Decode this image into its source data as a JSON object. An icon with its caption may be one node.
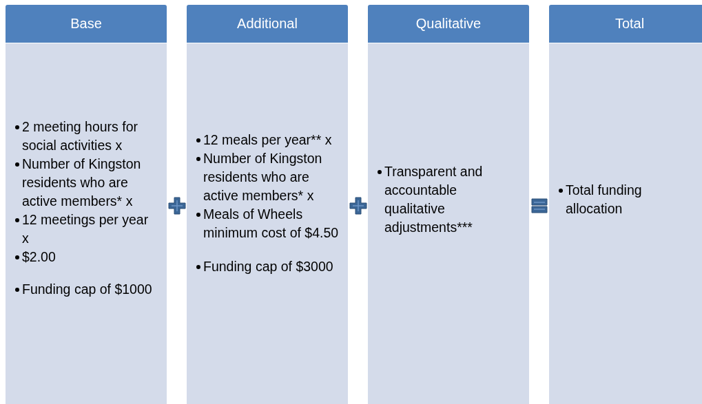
{
  "diagram": {
    "nodes": [
      {
        "text": [
          "Base"
        ]
      },
      {
        "text": [
          "2 meeting hours for social activities x",
          "Number of Kingston residents who are active members* x",
          "12 meetings per year x",
          "$2.00",
          "Funding cap of $1000"
        ]
      },
      {
        "text": [
          "Additional"
        ]
      },
      {
        "text": [
          "12 meals per year** x",
          "Number of Kingston residents who are active members* x",
          "Meals of Wheels minimum cost of $4.50",
          "Funding cap of $3000"
        ]
      },
      {
        "text": [
          "Qualitative"
        ]
      },
      {
        "text": [
          "Transparent and accountable qualitative adjustments***"
        ]
      },
      {
        "text": [
          "Total"
        ]
      },
      {
        "text": [
          "Total funding allocation"
        ]
      }
    ],
    "edges": []
  }
}
